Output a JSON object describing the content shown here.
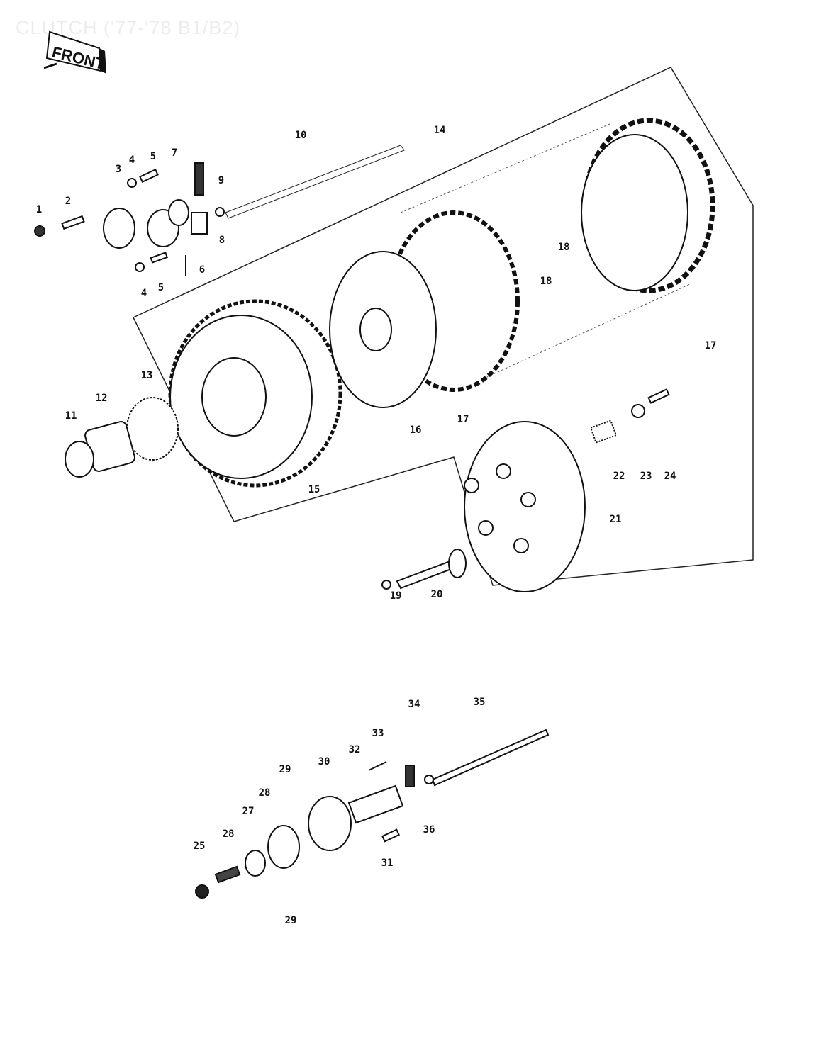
{
  "title": "CLUTCH ('77-'78 B1/B2)",
  "orientation_badge": "FRONT",
  "callouts": [
    "1",
    "2",
    "3",
    "4",
    "5",
    "7",
    "9",
    "10",
    "14",
    "8",
    "6",
    "4",
    "5",
    "18",
    "18",
    "17",
    "16",
    "17",
    "13",
    "12",
    "11",
    "15",
    "22",
    "23",
    "24",
    "21",
    "19",
    "20",
    "34",
    "35",
    "33",
    "32",
    "30",
    "29",
    "28",
    "27",
    "28",
    "25",
    "36",
    "31",
    "29"
  ]
}
